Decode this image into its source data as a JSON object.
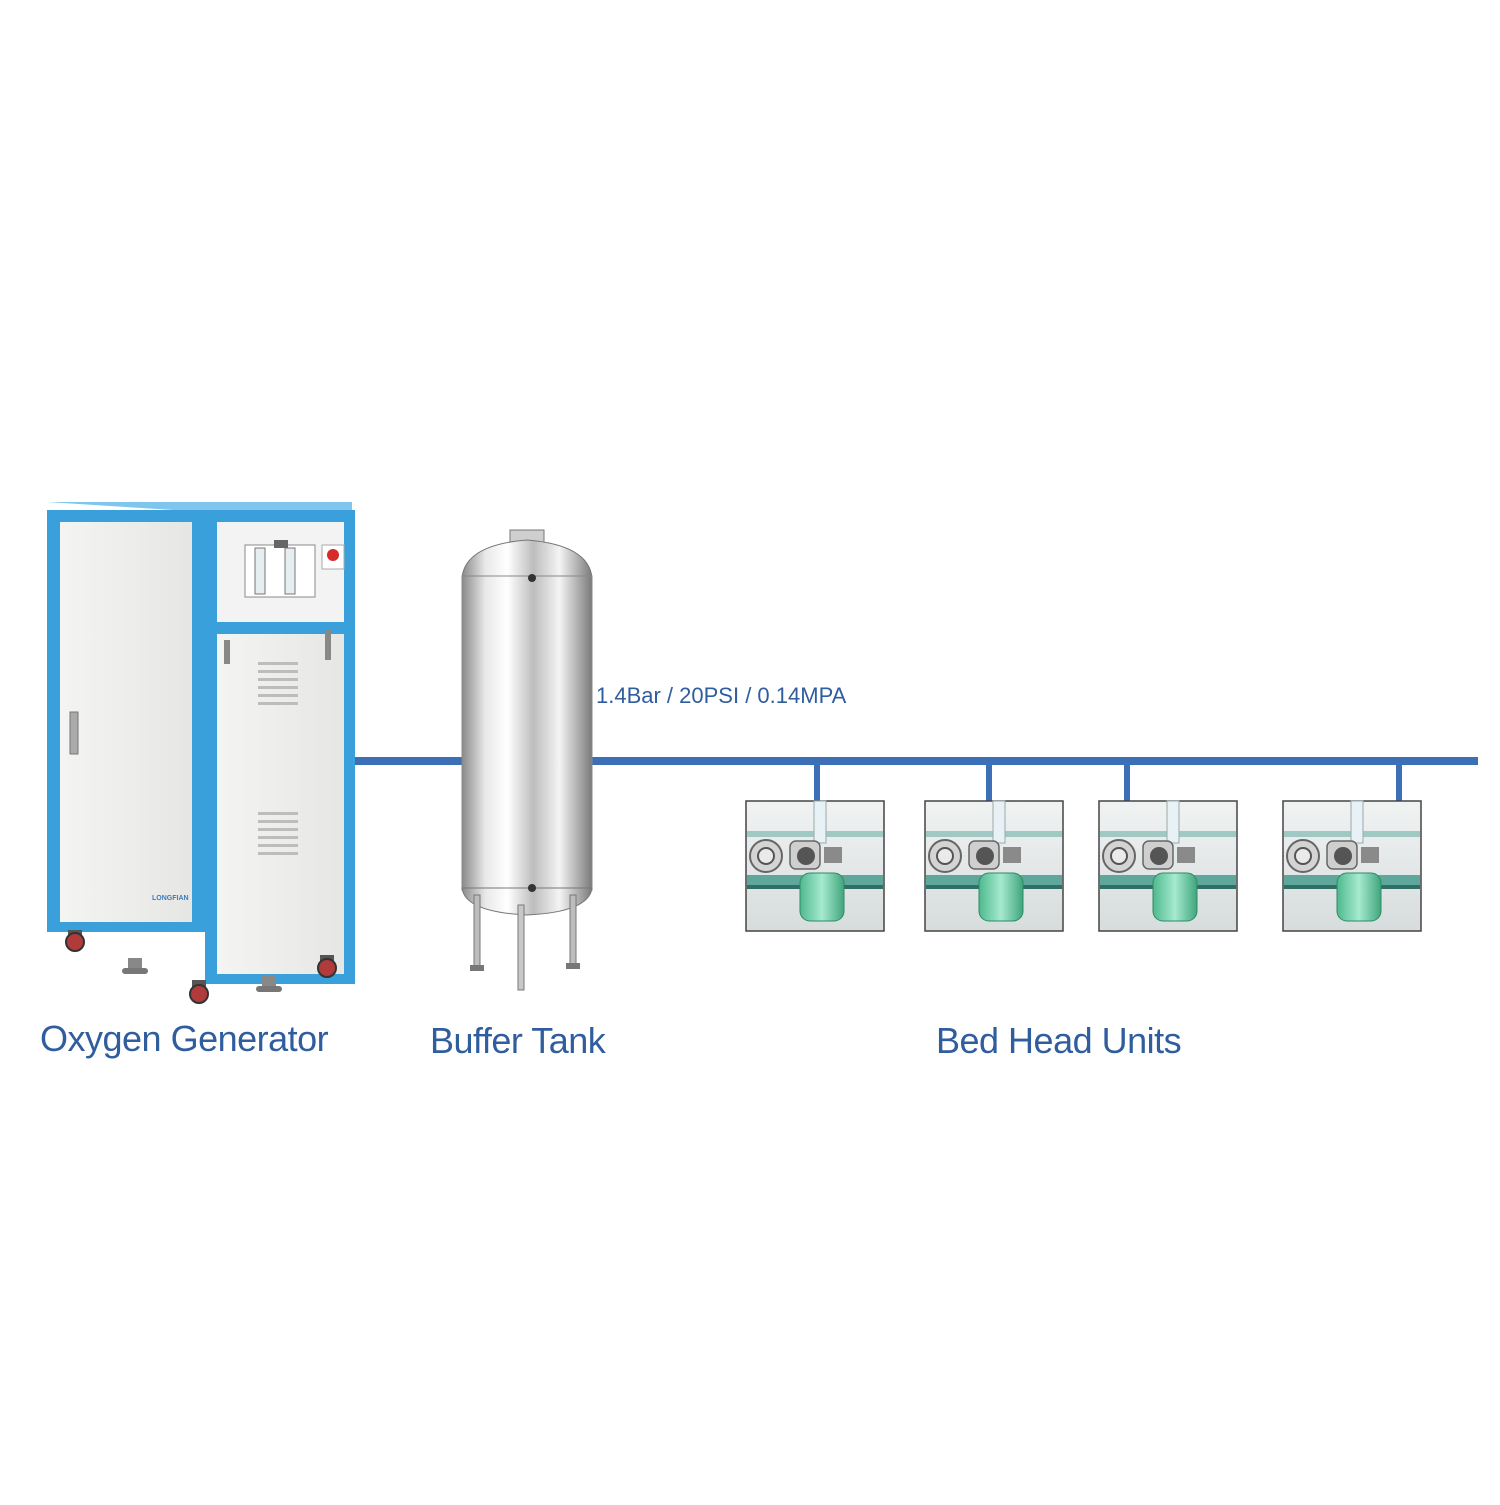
{
  "labels": {
    "generator": "Oxygen Generator",
    "tank": "Buffer Tank",
    "beds": "Bed Head Units",
    "pressure": "1.4Bar / 20PSI / 0.14MPA"
  },
  "brand": "LONGFIAN",
  "colors": {
    "pipe": "#3b6fb6",
    "frame": "#3aa0dc",
    "panel": "#efefef",
    "label": "#2f5d9e",
    "steel": "#d9d9d9",
    "bottle": "#7fd3b0"
  },
  "bed_units_count": 4
}
